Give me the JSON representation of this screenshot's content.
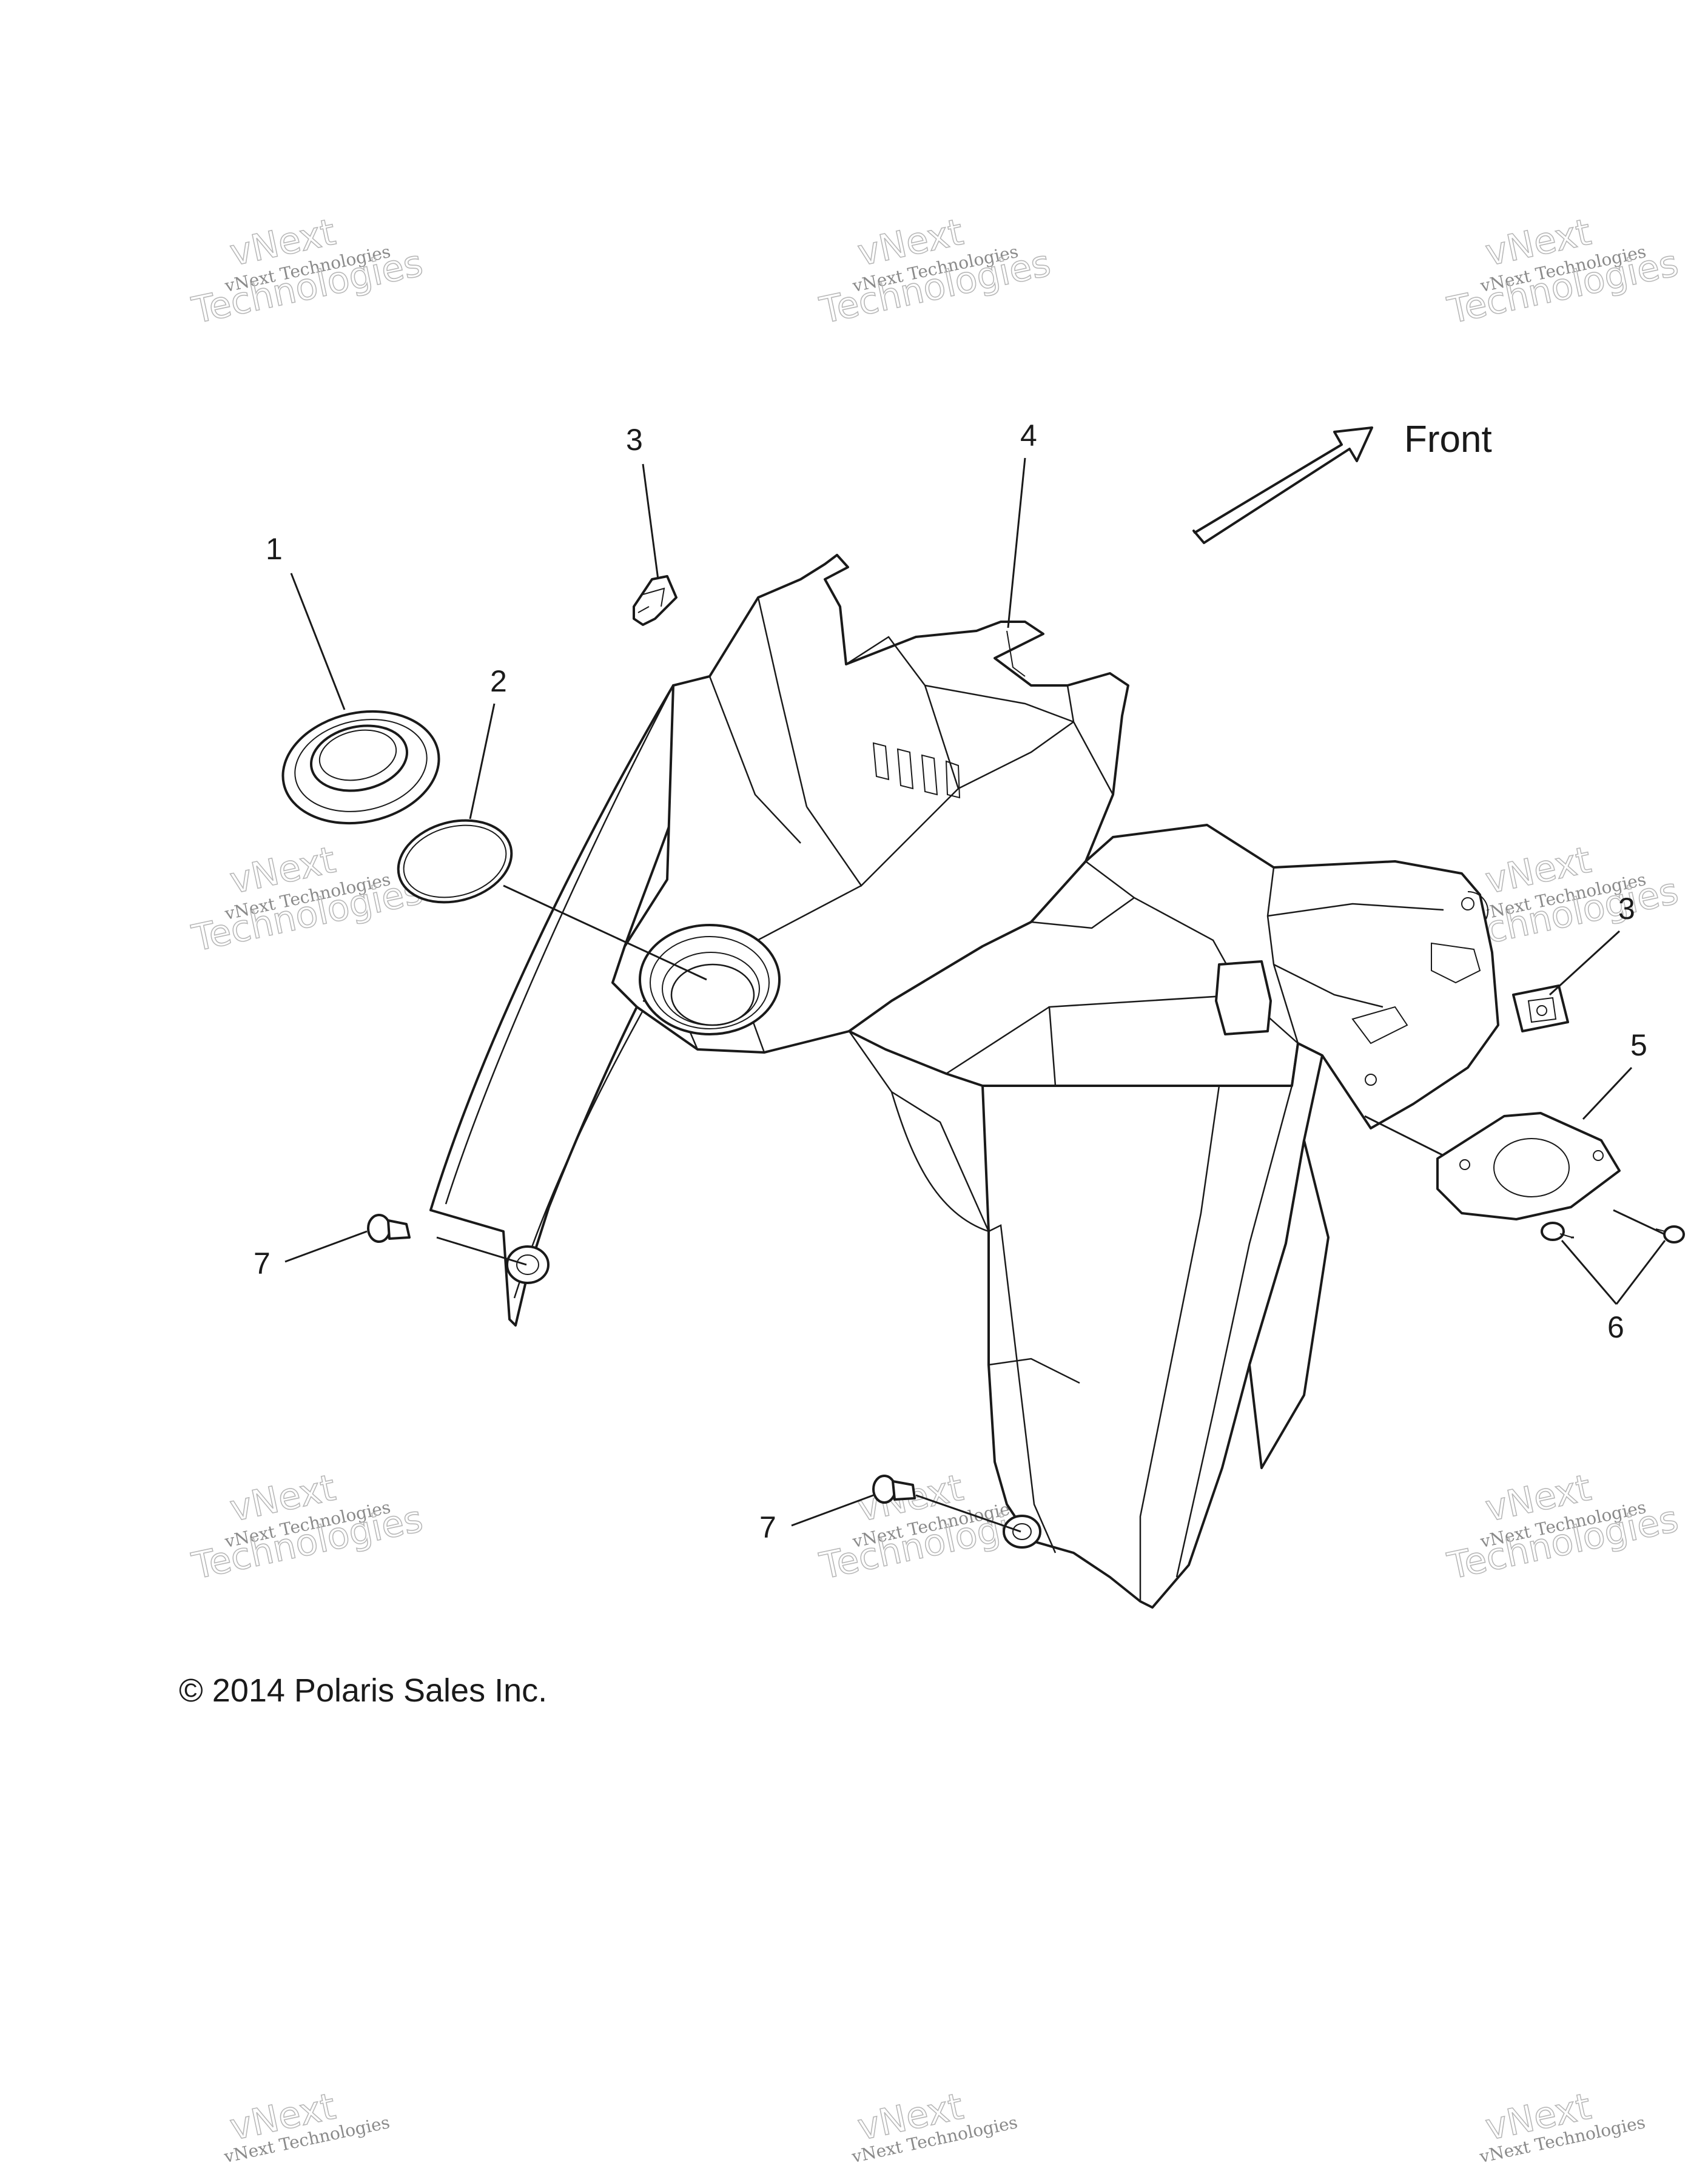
{
  "callouts": [
    {
      "id": "1",
      "label": "1"
    },
    {
      "id": "2",
      "label": "2"
    },
    {
      "id": "3a",
      "label": "3"
    },
    {
      "id": "4",
      "label": "4"
    },
    {
      "id": "3b",
      "label": "3"
    },
    {
      "id": "5",
      "label": "5"
    },
    {
      "id": "6",
      "label": "6"
    },
    {
      "id": "7a",
      "label": "7"
    },
    {
      "id": "7b",
      "label": "7"
    }
  ],
  "direction_label": "Front",
  "copyright": "© 2014 Polaris Sales Inc.",
  "watermark": {
    "small": "vNext Technologies",
    "big_top": "vNext",
    "big_bottom": "Technologies"
  },
  "colors": {
    "line": "#1a1a1a",
    "watermark": "#8a8a8a",
    "background": "#ffffff"
  }
}
